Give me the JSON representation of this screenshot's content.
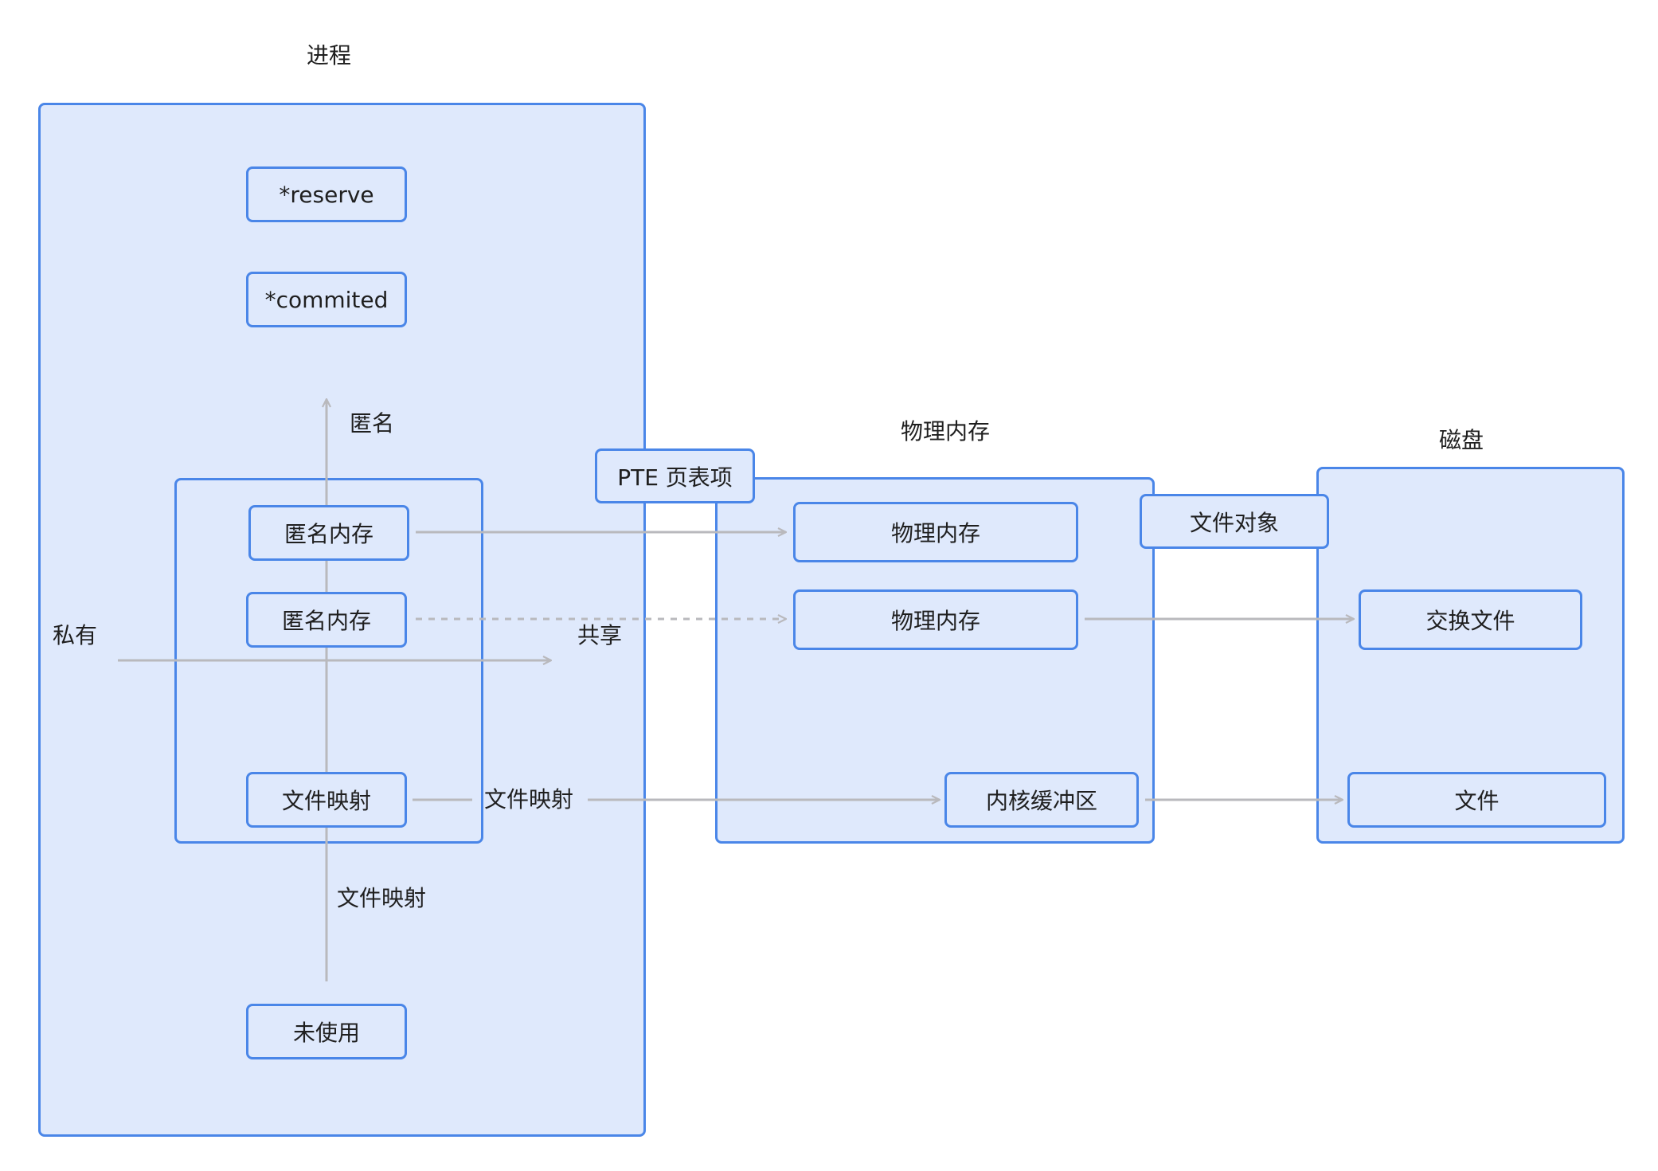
{
  "process": {
    "title": "进程",
    "reserve": "*reserve",
    "committed": "*commited",
    "unused": "未使用",
    "anonymous_label": "匿名",
    "anon_mem_1": "匿名内存",
    "anon_mem_2": "匿名内存",
    "file_mapping": "文件映射",
    "file_mapping_axis_label": "文件映射",
    "private_label": "私有",
    "shared_label": "共享",
    "file_mapping_edge_label": "文件映射"
  },
  "pte": {
    "label": "PTE 页表项"
  },
  "physical_memory": {
    "title": "物理内存",
    "phys_mem_1": "物理内存",
    "phys_mem_2": "物理内存",
    "kernel_buffer": "内核缓冲区"
  },
  "file_object": {
    "label": "文件对象"
  },
  "disk": {
    "title": "磁盘",
    "swap_file": "交换文件",
    "file": "文件"
  },
  "colors": {
    "box_fill": "#dfe9fc",
    "box_border": "#4a86e8",
    "arrow": "#b9b9bd"
  }
}
